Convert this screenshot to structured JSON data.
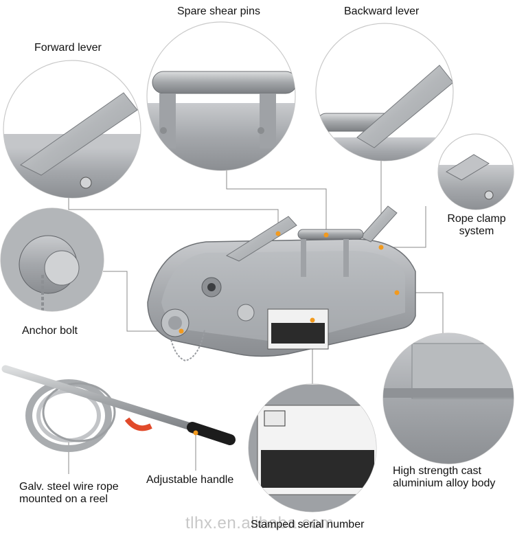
{
  "labels": {
    "forward_lever": "Forward lever",
    "spare_shear_pins": "Spare shear pins",
    "backward_lever": "Backward lever",
    "rope_clamp_line1": "Rope clamp",
    "rope_clamp_line2": "system",
    "anchor_bolt": "Anchor bolt",
    "wire_rope_line1": "Galv. steel wire rope",
    "wire_rope_line2": "mounted on a reel",
    "adjustable_handle": "Adjustable handle",
    "stamped_serial": "Stamped serial number",
    "body_line1": "High strength cast",
    "body_line2": "aluminium alloy body"
  },
  "watermark": "tlhx.en.alibaba.com",
  "colors": {
    "marker": "#f29a1e",
    "body_metal": "#a9acb0",
    "leader_line": "#8a8a8a"
  }
}
